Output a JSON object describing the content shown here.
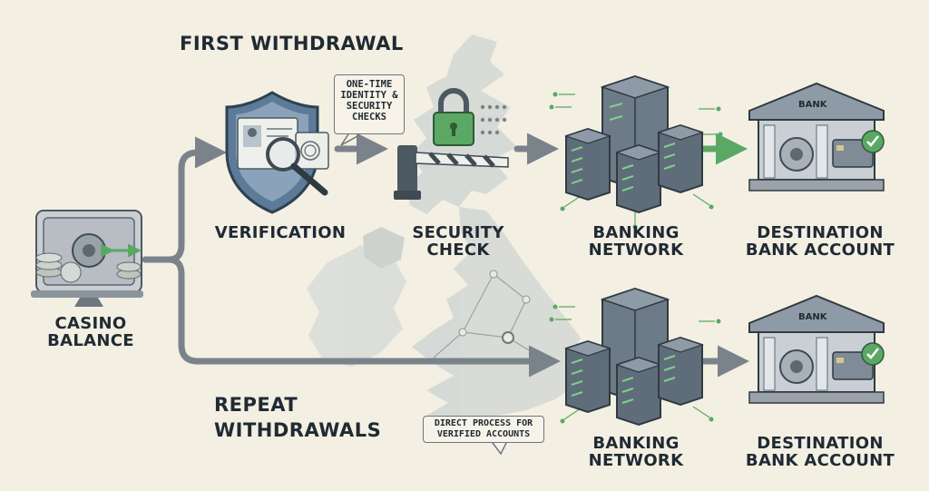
{
  "titles": {
    "first": "FIRST WITHDRAWAL",
    "repeat": "REPEAT\nWITHDRAWALS"
  },
  "nodes": {
    "casino": "CASINO\nBALANCE",
    "verification": "VERIFICATION",
    "security": "SECURITY\nCHECK",
    "network_top": "BANKING\nNETWORK",
    "bank_top": "DESTINATION\nBANK ACCOUNT",
    "network_bottom": "BANKING\nNETWORK",
    "bank_bottom": "DESTINATION\nBANK ACCOUNT"
  },
  "callouts": {
    "identity": "ONE-TIME\nIDENTITY &\nSECURITY\nCHECKS",
    "direct": "DIRECT PROCESS FOR\nVERIFIED ACCOUNTS"
  },
  "bank_sign": "BANK",
  "colors": {
    "background": "#f3efe2",
    "map": "#d5d9d6",
    "arrow": "#7a838a",
    "green": "#5aa864",
    "shield": "#5d7a99",
    "server": "#5f6d7a",
    "bank": "#c9cfd4",
    "text": "#1f2a33"
  }
}
